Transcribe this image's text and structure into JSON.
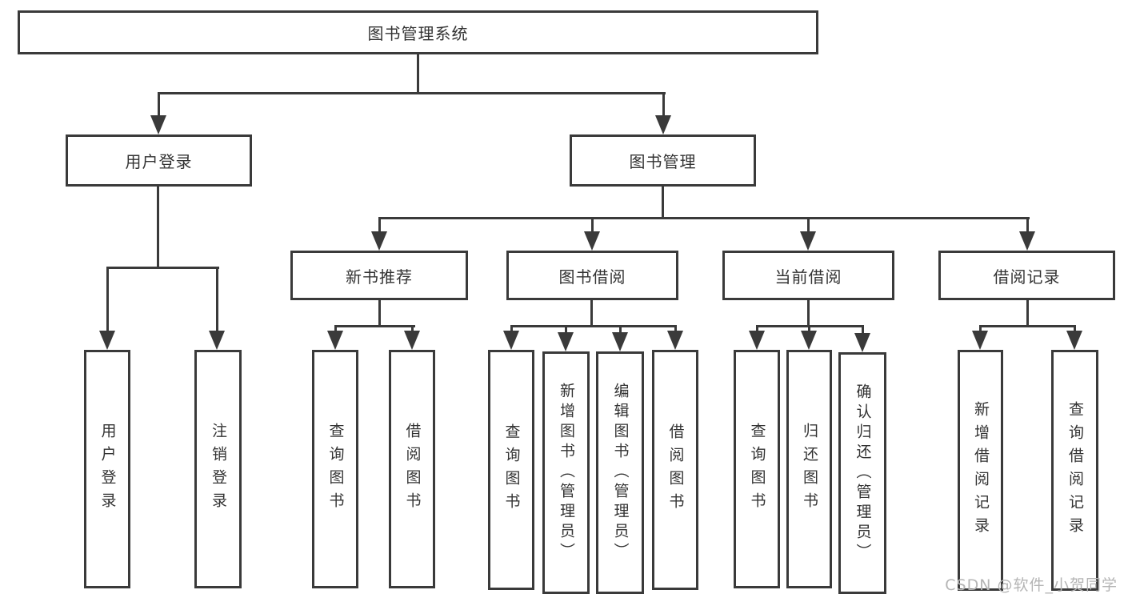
{
  "diagram": {
    "title": "图书管理系统",
    "root": {
      "label": "图书管理系统"
    },
    "level2": [
      {
        "label": "用户登录"
      },
      {
        "label": "图书管理"
      }
    ],
    "level3": [
      {
        "label": "新书推荐"
      },
      {
        "label": "图书借阅"
      },
      {
        "label": "当前借阅"
      },
      {
        "label": "借阅记录"
      }
    ],
    "leaves": {
      "user_login": [
        "用户登录",
        "注销登录"
      ],
      "new_book": [
        "查询图书",
        "借阅图书"
      ],
      "book_borrow": [
        "查询图书",
        "新增图书（管理员）",
        "编辑图书（管理员）",
        "借阅图书"
      ],
      "current_borrow": [
        "查询图书",
        "归还图书",
        "确认归还（管理员）"
      ],
      "borrow_records": [
        "新增借阅记录",
        "查询借阅记录"
      ]
    },
    "colors": {
      "line": "#3a3a3a",
      "text": "#333333",
      "watermark_text": "#b5b5b5",
      "background": "#ffffff"
    }
  },
  "watermark": {
    "text": "CSDN @软件_小贺同学"
  }
}
